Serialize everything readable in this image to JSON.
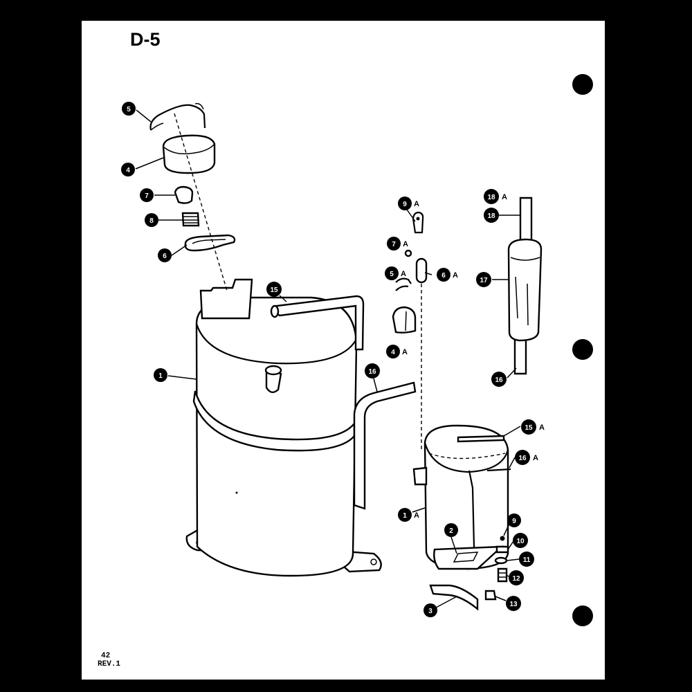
{
  "page": {
    "title": "D-5",
    "page_number": "42",
    "revision": "REV.1"
  },
  "callouts": [
    {
      "id": "c5",
      "number": "5",
      "suffix": ""
    },
    {
      "id": "c4",
      "number": "4",
      "suffix": ""
    },
    {
      "id": "c7",
      "number": "7",
      "suffix": ""
    },
    {
      "id": "c8",
      "number": "8",
      "suffix": ""
    },
    {
      "id": "c6",
      "number": "6",
      "suffix": ""
    },
    {
      "id": "c15",
      "number": "15",
      "suffix": ""
    },
    {
      "id": "c1",
      "number": "1",
      "suffix": ""
    },
    {
      "id": "c16",
      "number": "16",
      "suffix": ""
    },
    {
      "id": "c9a",
      "number": "9",
      "suffix": "A"
    },
    {
      "id": "c7a",
      "number": "7",
      "suffix": "A"
    },
    {
      "id": "c5a",
      "number": "5",
      "suffix": "A"
    },
    {
      "id": "c6a",
      "number": "6",
      "suffix": "A"
    },
    {
      "id": "c4a",
      "number": "4",
      "suffix": "A"
    },
    {
      "id": "c18a",
      "number": "18",
      "suffix": "A"
    },
    {
      "id": "c18",
      "number": "18",
      "suffix": ""
    },
    {
      "id": "c17",
      "number": "17",
      "suffix": ""
    },
    {
      "id": "c16b",
      "number": "16",
      "suffix": ""
    },
    {
      "id": "c15a",
      "number": "15",
      "suffix": "A"
    },
    {
      "id": "c16a",
      "number": "16",
      "suffix": "A"
    },
    {
      "id": "c1a",
      "number": "1",
      "suffix": "A"
    },
    {
      "id": "c2",
      "number": "2",
      "suffix": ""
    },
    {
      "id": "c9",
      "number": "9",
      "suffix": ""
    },
    {
      "id": "c10",
      "number": "10",
      "suffix": ""
    },
    {
      "id": "c11",
      "number": "11",
      "suffix": ""
    },
    {
      "id": "c12",
      "number": "12",
      "suffix": ""
    },
    {
      "id": "c3",
      "number": "3",
      "suffix": ""
    },
    {
      "id": "c13",
      "number": "13",
      "suffix": ""
    }
  ]
}
